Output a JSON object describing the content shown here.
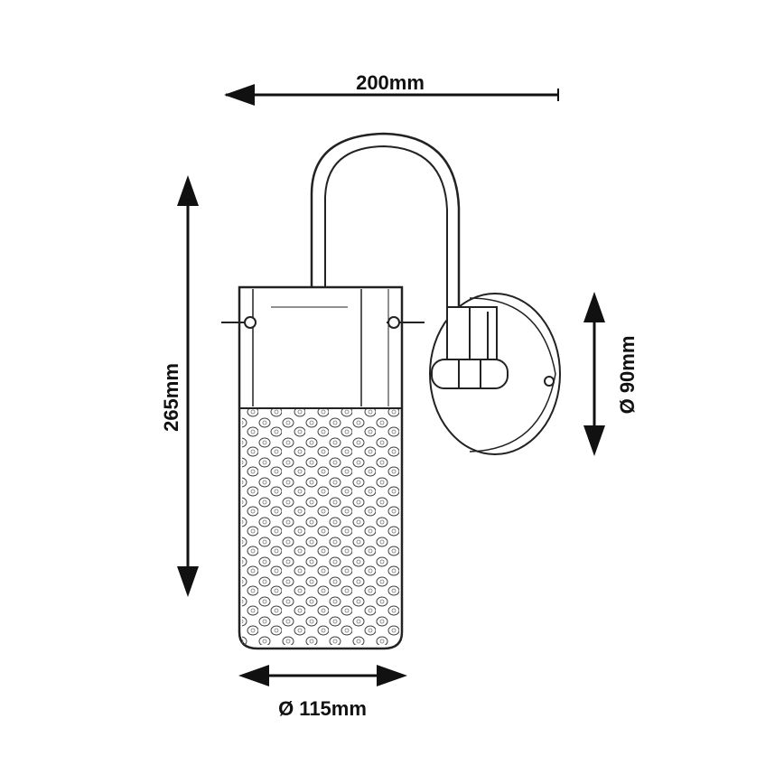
{
  "dimensions": {
    "width": "200mm",
    "height": "265mm",
    "wall_plate_diameter": "Ø 90mm",
    "shade_diameter": "Ø 115mm"
  },
  "colors": {
    "line": "#111111",
    "background": "#ffffff"
  }
}
